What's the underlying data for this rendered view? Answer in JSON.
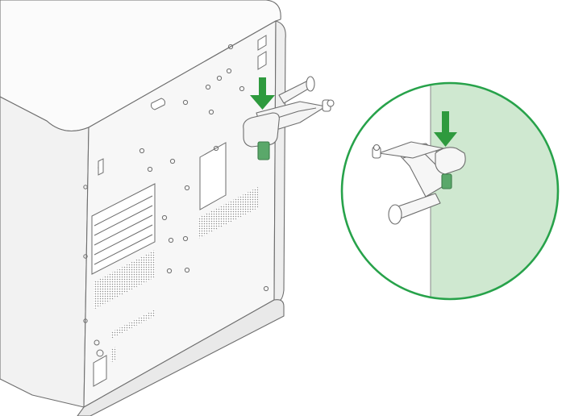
{
  "figure": {
    "kind": "installation-illustration",
    "components": [
      "printer-cabinet",
      "spool-holder-bracket",
      "magnified-inset"
    ],
    "action": "slide-bracket-down-into-mounting-slot",
    "colors": {
      "outline": "#6e6e6e",
      "panel_fill": "#f7f7f7",
      "side_fill": "#f0f0f0",
      "accent_green": "#27a24a",
      "arrow_green": "#2e9a3e",
      "inset_tint": "#cfe8d0",
      "clip_green": "#5aa86a"
    },
    "icons": {
      "down_arrow": "arrow-down-icon",
      "magnifier": "zoom-inset-circle"
    }
  }
}
